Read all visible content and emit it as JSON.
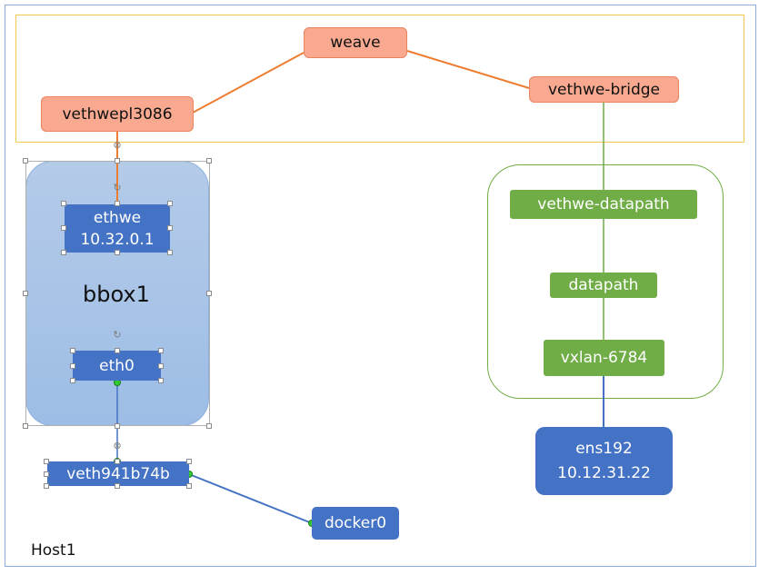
{
  "host_label": "Host1",
  "bbox_label": "bbox1",
  "nodes": {
    "weave": "weave",
    "vethwepl": "vethwepl3086",
    "vethwe_bridge": "vethwe-bridge",
    "vethwe_datapath": "vethwe-datapath",
    "datapath": "datapath",
    "vxlan": "vxlan-6784",
    "ens192": {
      "name": "ens192",
      "ip": "10.12.31.22"
    },
    "ethwe": {
      "name": "ethwe",
      "ip": "10.32.0.1"
    },
    "eth0": "eth0",
    "veth": "veth941b74b",
    "docker0": "docker0"
  },
  "colors": {
    "orange_fill": "#f8a98f",
    "orange_line": "#ed7d31",
    "green": "#70ad47",
    "blue": "#4472c4",
    "yellow_frame": "#f2c94c",
    "blue_frame": "#8faadc"
  }
}
